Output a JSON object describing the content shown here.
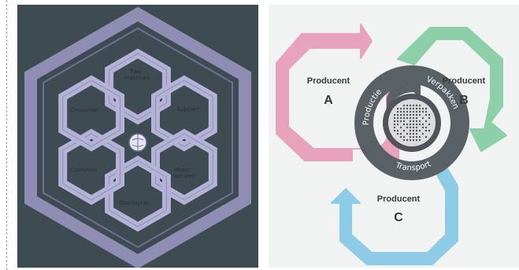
{
  "left_diagram": {
    "nodes": [
      {
        "lines": [
          "Raw",
          "materials"
        ]
      },
      {
        "lines": [
          "Supplier"
        ]
      },
      {
        "lines": [
          "Manu-",
          "facturer"
        ]
      },
      {
        "lines": [
          "Distributor"
        ]
      },
      {
        "lines": [
          "Customer"
        ]
      },
      {
        "lines": [
          "Consumer"
        ]
      }
    ]
  },
  "right_diagram": {
    "producers": [
      {
        "name": "Producent",
        "letter": "A"
      },
      {
        "name": "Producent",
        "letter": "B"
      },
      {
        "name": "Producent",
        "letter": "C"
      }
    ],
    "ring_labels": [
      "Productie",
      "Verpakken",
      "Transport"
    ],
    "colors": {
      "a": "#e8a3bc",
      "b": "#8ccfa8",
      "c": "#8ecbe6",
      "ring": "#5a6166"
    }
  }
}
